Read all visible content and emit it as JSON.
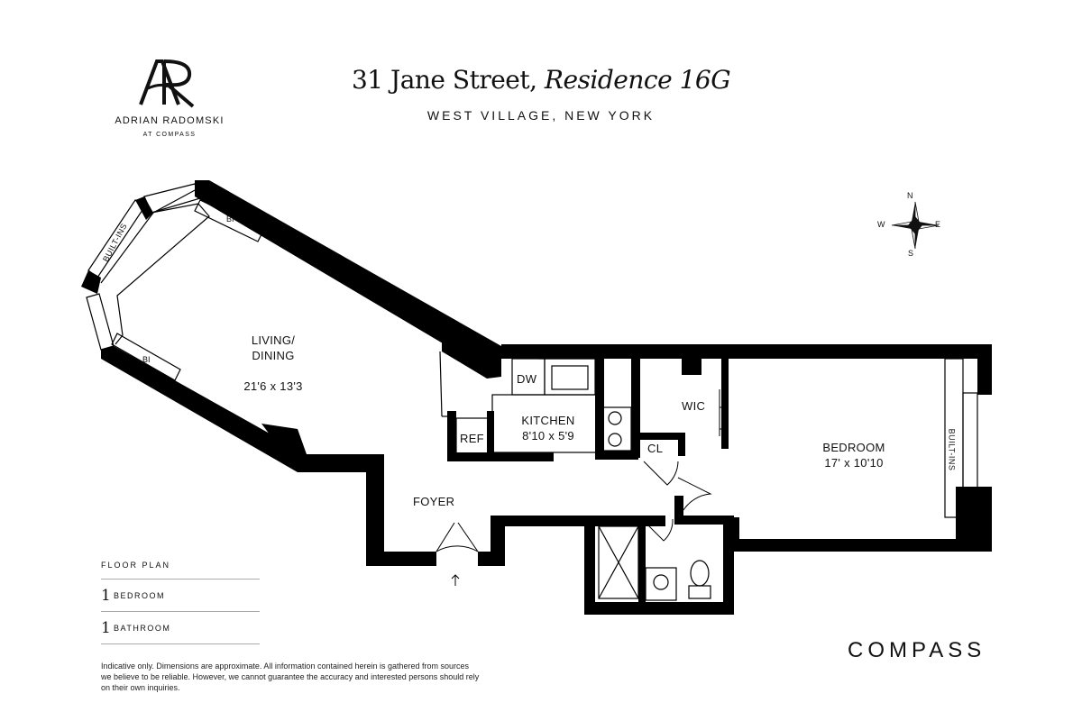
{
  "agent": {
    "monogram": "AR",
    "name": "ADRIAN RADOMSKI",
    "affiliation": "AT COMPASS"
  },
  "title": {
    "street": "31 Jane Street,",
    "residence": "Residence 16G",
    "location": "WEST VILLAGE, NEW YORK"
  },
  "compass_rose": {
    "n": "N",
    "s": "S",
    "e": "E",
    "w": "W"
  },
  "rooms": {
    "living": {
      "name": "LIVING/\nDINING",
      "dims": "21'6 x 13'3"
    },
    "kitchen": {
      "name": "KITCHEN",
      "dims": "8'10 x 5'9"
    },
    "bedroom": {
      "name": "BEDROOM",
      "dims": "17' x 10'10"
    },
    "foyer": "FOYER",
    "wic": "WIC",
    "cl": "CL",
    "dw": "DW",
    "ref": "REF",
    "bi_1": "BI",
    "bi_2": "BI",
    "built_ins_1": "BUILT-INS",
    "built_ins_2": "BUILT-INS"
  },
  "floor_plan": {
    "heading": "FLOOR PLAN",
    "rows": [
      {
        "count": "1",
        "label": "BEDROOM"
      },
      {
        "count": "1",
        "label": "BATHROOM"
      }
    ]
  },
  "disclaimer": "Indicative only. Dimensions are approximate. All information contained herein is gathered from sources we believe to be reliable. However, we cannot guarantee the accuracy and interested persons should rely on their own inquiries.",
  "brand": "COMPASS",
  "colors": {
    "wall": "#000000",
    "background": "#ffffff"
  }
}
